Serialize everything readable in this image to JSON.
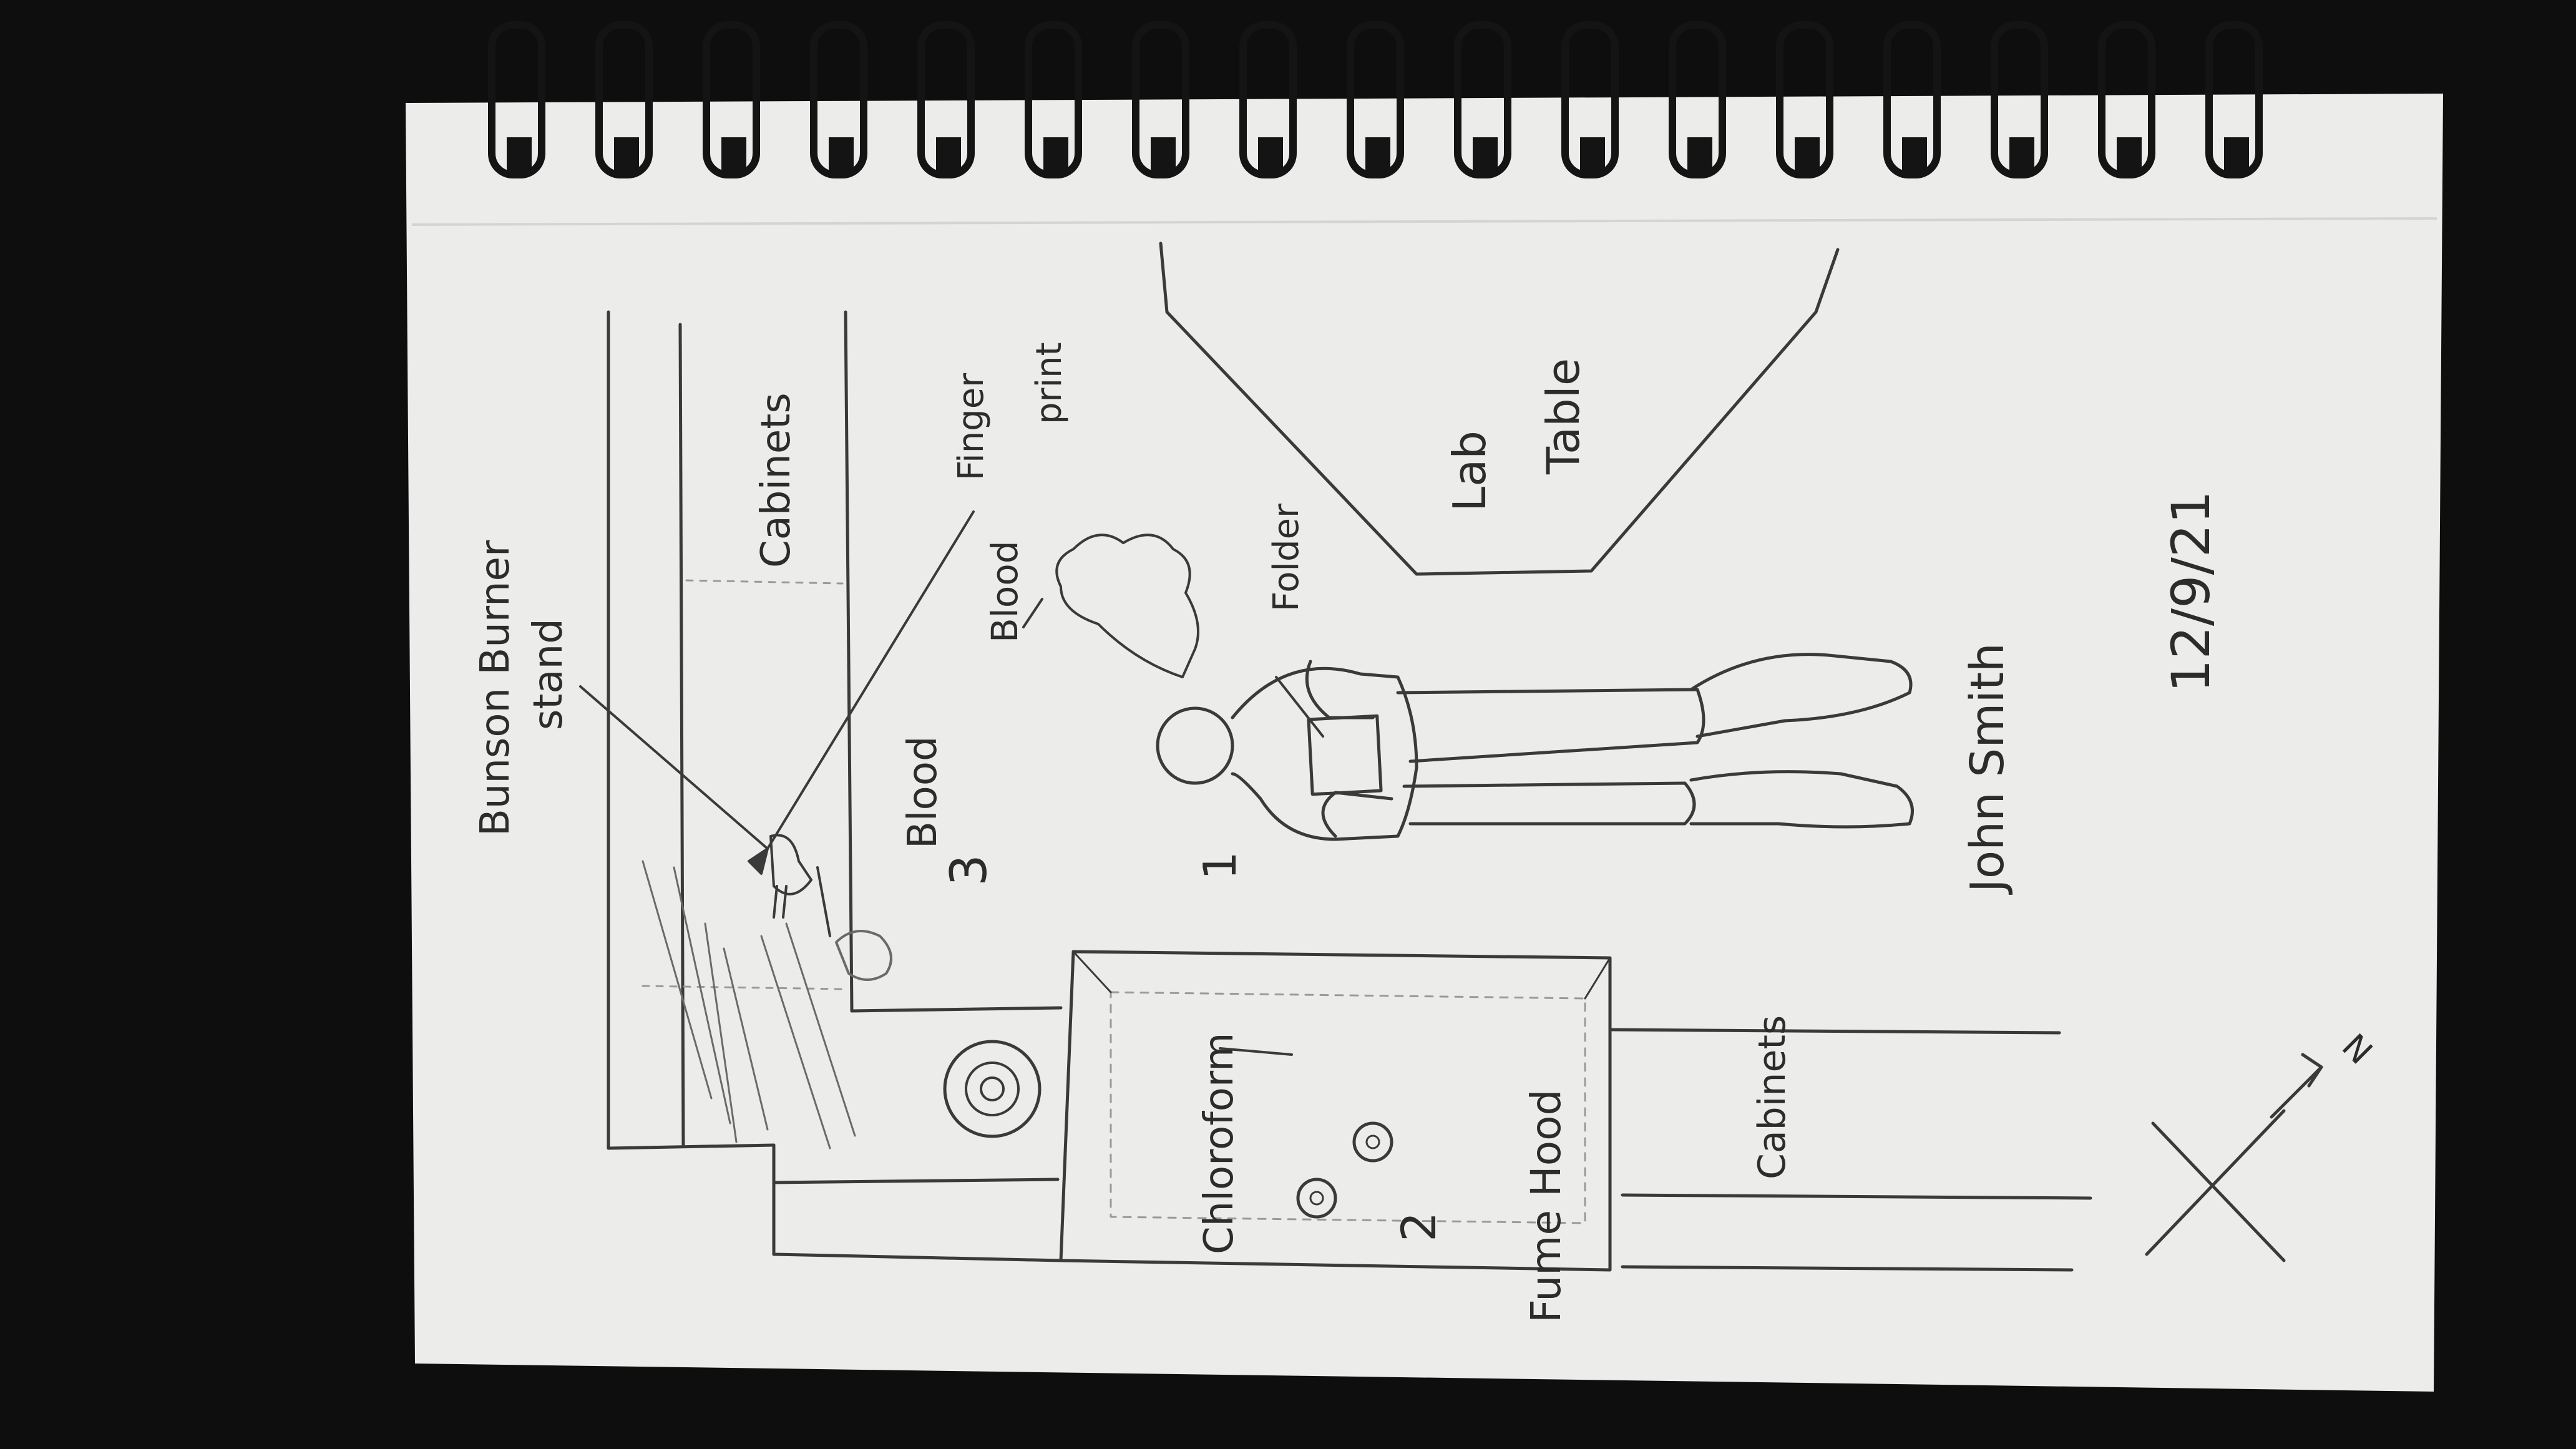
{
  "colors": {
    "background": "#0e0e0f",
    "paper": "#ececea",
    "pencil": "#3a3a3a",
    "pencil_light": "#8a8a8a",
    "binding": "#141414"
  },
  "labels": {
    "bunsen_burner_line1": "Bunson Burner",
    "bunsen_burner_line2": "stand",
    "cabinets_top": "Cabinets",
    "finger_line1": "Finger",
    "finger_line2": "print",
    "blood_top": "Blood",
    "blood_left": "Blood",
    "marker_3": "3",
    "marker_1": "1",
    "marker_2": "2",
    "folder": "Folder",
    "lab_line1": "Lab",
    "lab_line2": "Table",
    "person_name": "John Smith",
    "date": "12/9/21",
    "chloroform": "Chloroform",
    "fume_hood": "Fume Hood",
    "cabinets_bottom": "Cabinets",
    "north": "N"
  }
}
